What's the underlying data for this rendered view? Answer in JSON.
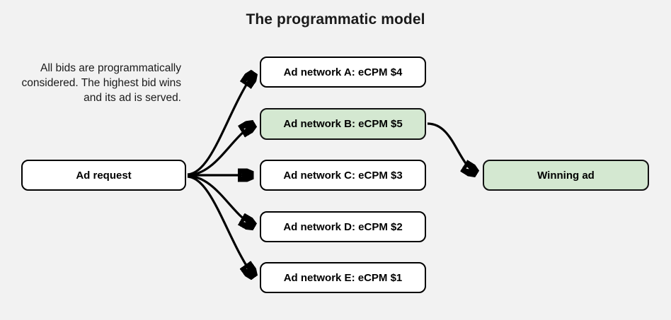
{
  "page": {
    "title": "The programmatic model",
    "background_color": "#f2f2f2",
    "text_color": "#1a1a1a",
    "accent_green": "#d4e8d1",
    "stroke_color": "#000000"
  },
  "caption": {
    "text": "All bids are programmatically considered. The highest bid wins and its ad is served."
  },
  "nodes": {
    "ad_request": {
      "label": "Ad request",
      "fill": "#ffffff"
    },
    "winning_ad": {
      "label": "Winning ad",
      "fill": "#d4e8d1"
    },
    "networks": [
      {
        "label": "Ad network A: eCPM $4",
        "fill": "#ffffff",
        "ecpm": 4,
        "winner": false
      },
      {
        "label": "Ad network B: eCPM $5",
        "fill": "#d4e8d1",
        "ecpm": 5,
        "winner": true
      },
      {
        "label": "Ad network C: eCPM $3",
        "fill": "#ffffff",
        "ecpm": 3,
        "winner": false
      },
      {
        "label": "Ad network D: eCPM $2",
        "fill": "#ffffff",
        "ecpm": 2,
        "winner": false
      },
      {
        "label": "Ad network E: eCPM $1",
        "fill": "#ffffff",
        "ecpm": 1,
        "winner": false
      }
    ]
  },
  "edges": [
    {
      "name": "ad-request-to-network-a",
      "from": "ad_request",
      "to": "network_a"
    },
    {
      "name": "ad-request-to-network-b",
      "from": "ad_request",
      "to": "network_b"
    },
    {
      "name": "ad-request-to-network-c",
      "from": "ad_request",
      "to": "network_c"
    },
    {
      "name": "ad-request-to-network-d",
      "from": "ad_request",
      "to": "network_d"
    },
    {
      "name": "ad-request-to-network-e",
      "from": "ad_request",
      "to": "network_e"
    },
    {
      "name": "network-b-to-winning-ad",
      "from": "network_b",
      "to": "winning_ad"
    }
  ]
}
